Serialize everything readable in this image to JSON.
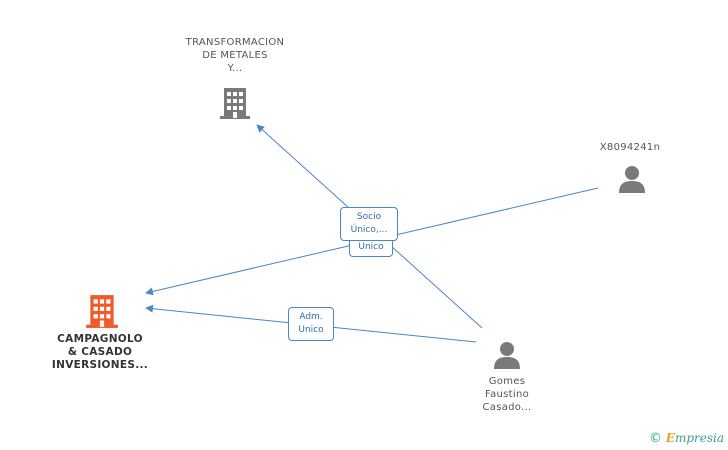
{
  "nodes": {
    "transformacion": {
      "lines": [
        "TRANSFORMACION",
        "DE METALES",
        "Y..."
      ],
      "type": "company",
      "color": "#7a7a7a"
    },
    "x8094241n": {
      "lines": [
        "X8094241n"
      ],
      "type": "person",
      "color": "#7a7a7a"
    },
    "campagnolo": {
      "lines": [
        "CAMPAGNOLO",
        "& CASADO",
        "INVERSIONES..."
      ],
      "type": "company",
      "color": "#f25a2a"
    },
    "gomes": {
      "lines": [
        "Gomes",
        "Faustino",
        "Casado..."
      ],
      "type": "person",
      "color": "#7a7a7a"
    }
  },
  "relations": {
    "socio": [
      "Socio",
      "Único,..."
    ],
    "unico": [
      "Unico"
    ],
    "adm": [
      "Adm.",
      "Unico"
    ]
  },
  "colors": {
    "edge": "#4a86c8"
  },
  "footer": {
    "copyright": "©",
    "brand_first": "E",
    "brand_rest": "mpresia"
  }
}
